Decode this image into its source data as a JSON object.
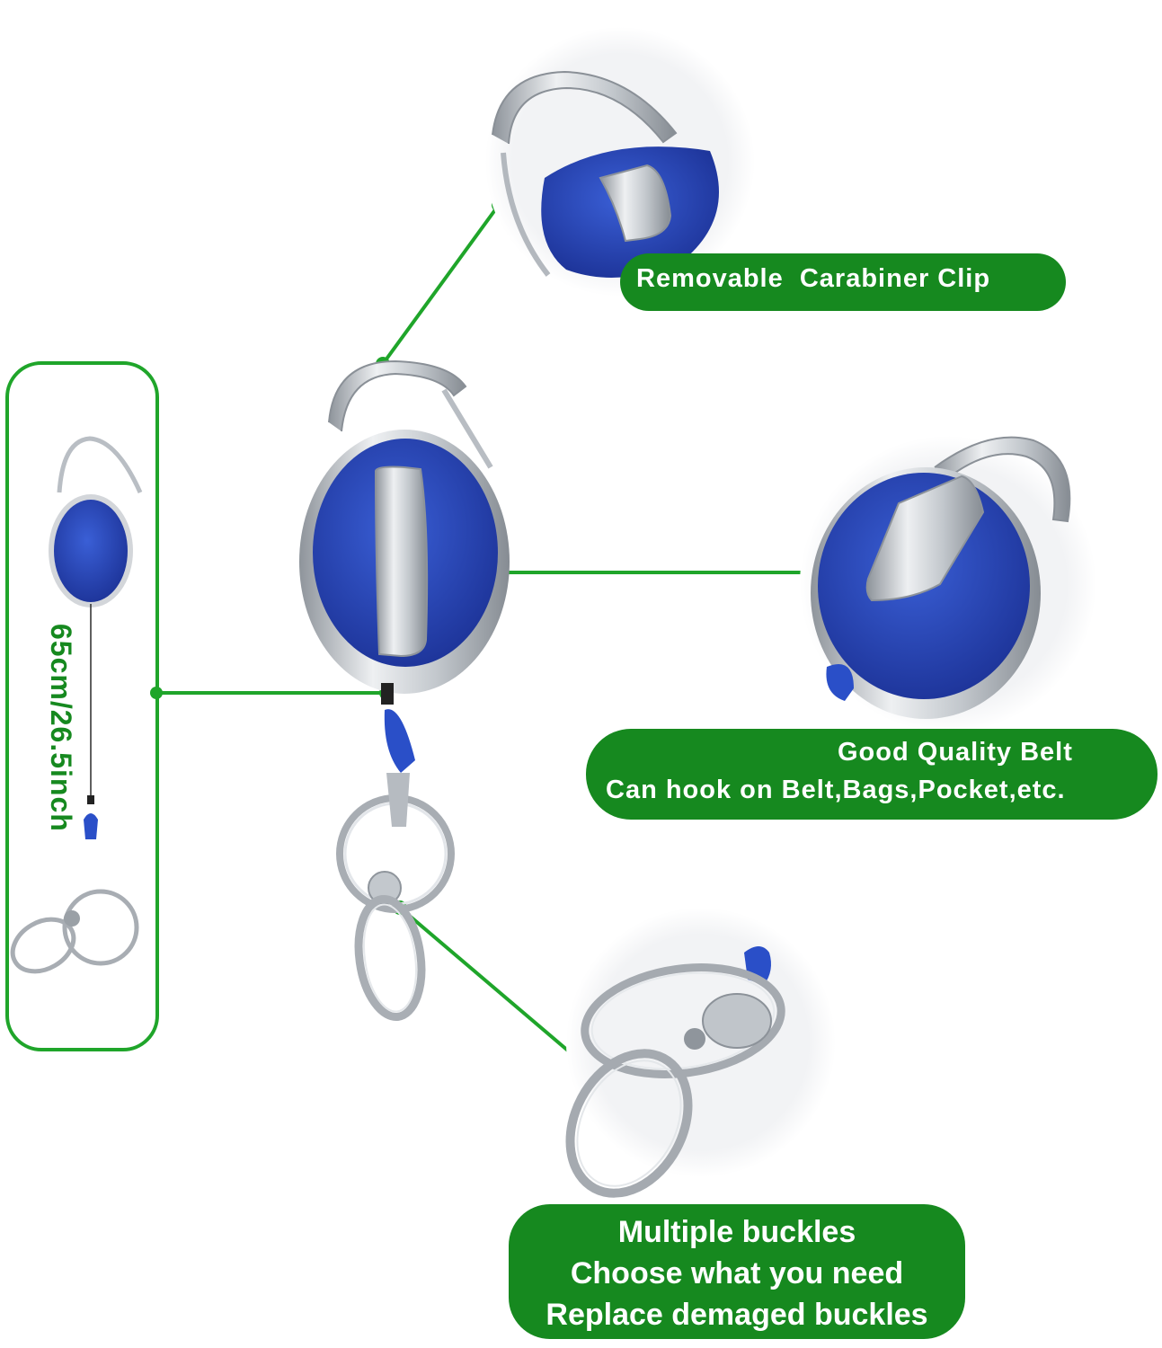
{
  "callouts": {
    "clip": "Removable  Carabiner Clip",
    "belt_line1": "Good Quality Belt",
    "belt_line2": "Can hook on Belt,Bags,Pocket,etc.",
    "buckles_line1": "Multiple buckles",
    "buckles_line2": "Choose what you need",
    "buckles_line3": "Replace demaged buckles"
  },
  "length": {
    "label": "65cm/26.5inch"
  },
  "colors": {
    "accent_green": "#16891f",
    "line_green": "#1fa52a",
    "reel_blue": "#1f3fb4",
    "metal_silver": "#c9cdd2",
    "background": "#ffffff"
  }
}
